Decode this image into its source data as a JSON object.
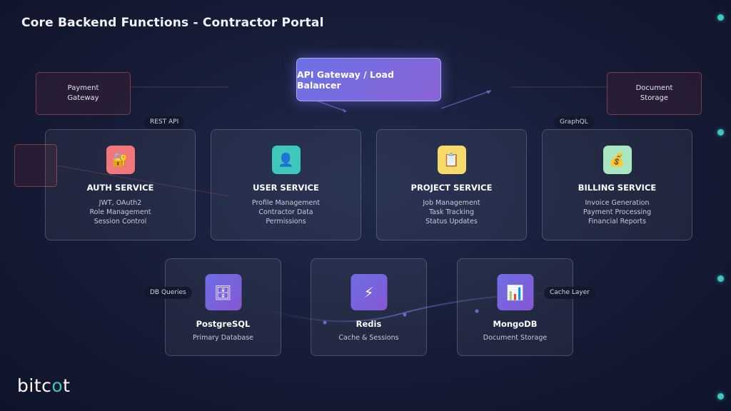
{
  "title": "Core Backend Functions - Contractor Portal",
  "gateway": {
    "label": "API Gateway / Load Balancer"
  },
  "external": {
    "payment": "Payment\nGateway",
    "document": "Document\nStorage"
  },
  "tags": {
    "rest_api": "REST API",
    "graphql": "GraphQL",
    "db_queries": "DB Queries",
    "cache_layer": "Cache Layer"
  },
  "services": [
    {
      "title": "AUTH SERVICE",
      "icon": "lock-icon",
      "glyph": "🔐",
      "color": "#f2777a",
      "lines": [
        "JWT, OAuth2",
        "Role Management",
        "Session Control"
      ]
    },
    {
      "title": "USER SERVICE",
      "icon": "user-icon",
      "glyph": "👤",
      "color": "#3ec7bb",
      "lines": [
        "Profile Management",
        "Contractor Data",
        "Permissions"
      ]
    },
    {
      "title": "PROJECT SERVICE",
      "icon": "clipboard-icon",
      "glyph": "📋",
      "color": "#f6d96b",
      "lines": [
        "Job Management",
        "Task Tracking",
        "Status Updates"
      ]
    },
    {
      "title": "BILLING SERVICE",
      "icon": "money-bag-icon",
      "glyph": "💰",
      "color": "#a8e6bf",
      "lines": [
        "Invoice Generation",
        "Payment Processing",
        "Financial Reports"
      ]
    }
  ],
  "databases": [
    {
      "title": "PostgreSQL",
      "icon": "file-cabinet-icon",
      "glyph": "🗄",
      "subtitle": "Primary Database"
    },
    {
      "title": "Redis",
      "icon": "lightning-icon",
      "glyph": "⚡",
      "subtitle": "Cache & Sessions"
    },
    {
      "title": "MongoDB",
      "icon": "bar-chart-icon",
      "glyph": "📊",
      "subtitle": "Document Storage"
    }
  ],
  "colors": {
    "accent": "#3cc7c0",
    "gateway_start": "#6a72e6",
    "gateway_end": "#8a63d6",
    "db_icon_start": "#6d6ee6",
    "db_icon_end": "#8757d3"
  },
  "brand": {
    "prefix": "bitc",
    "o": "o",
    "suffix": "t"
  }
}
